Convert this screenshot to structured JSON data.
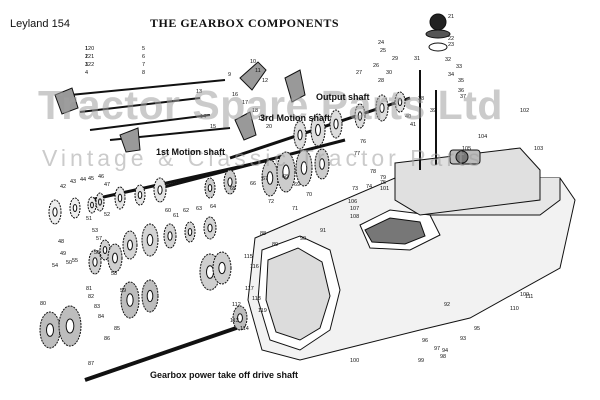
{
  "header": {
    "model": "Leyland 154",
    "title": "THE GEARBOX COMPONENTS"
  },
  "labels": {
    "output_shaft": "Output shaft",
    "third_motion_shaft": "3rd Motion shaft",
    "first_motion_shaft": "1st Motion shaft",
    "pto_shaft": "Gearbox power take off drive shaft"
  },
  "watermark": {
    "line1": "Tractor Spare Parts Ltd",
    "line2": "Vintage & Classic Tractor Parts"
  },
  "part_numbers": [
    "1",
    "2",
    "3",
    "4",
    "5",
    "6",
    "7",
    "8",
    "9",
    "10",
    "11",
    "12",
    "13",
    "14",
    "15",
    "16",
    "17",
    "18",
    "19",
    "20",
    "21",
    "22",
    "23",
    "24",
    "25",
    "26",
    "27",
    "28",
    "29",
    "30",
    "31",
    "32",
    "33",
    "34",
    "35",
    "36",
    "37",
    "38",
    "39",
    "40",
    "41",
    "42",
    "43",
    "44",
    "45",
    "46",
    "47",
    "48",
    "49",
    "50",
    "51",
    "52",
    "53",
    "54",
    "55",
    "56",
    "57",
    "58",
    "59",
    "60",
    "61",
    "62",
    "63",
    "64",
    "65",
    "66",
    "67",
    "68",
    "69",
    "70",
    "71",
    "72",
    "73",
    "74",
    "75",
    "76",
    "77",
    "78",
    "79",
    "80",
    "81",
    "82",
    "83",
    "84",
    "85",
    "86",
    "87",
    "88",
    "89",
    "90",
    "91",
    "92",
    "93",
    "94",
    "95",
    "96",
    "97",
    "98",
    "99",
    "100",
    "101",
    "102",
    "103",
    "104",
    "105",
    "106",
    "107",
    "108",
    "109",
    "110",
    "111",
    "112",
    "113",
    "114",
    "115",
    "116",
    "117",
    "118",
    "119",
    "120",
    "121",
    "122"
  ],
  "colors": {
    "ink": "#111111",
    "watermark": "#a0a0a0",
    "background": "#ffffff"
  }
}
